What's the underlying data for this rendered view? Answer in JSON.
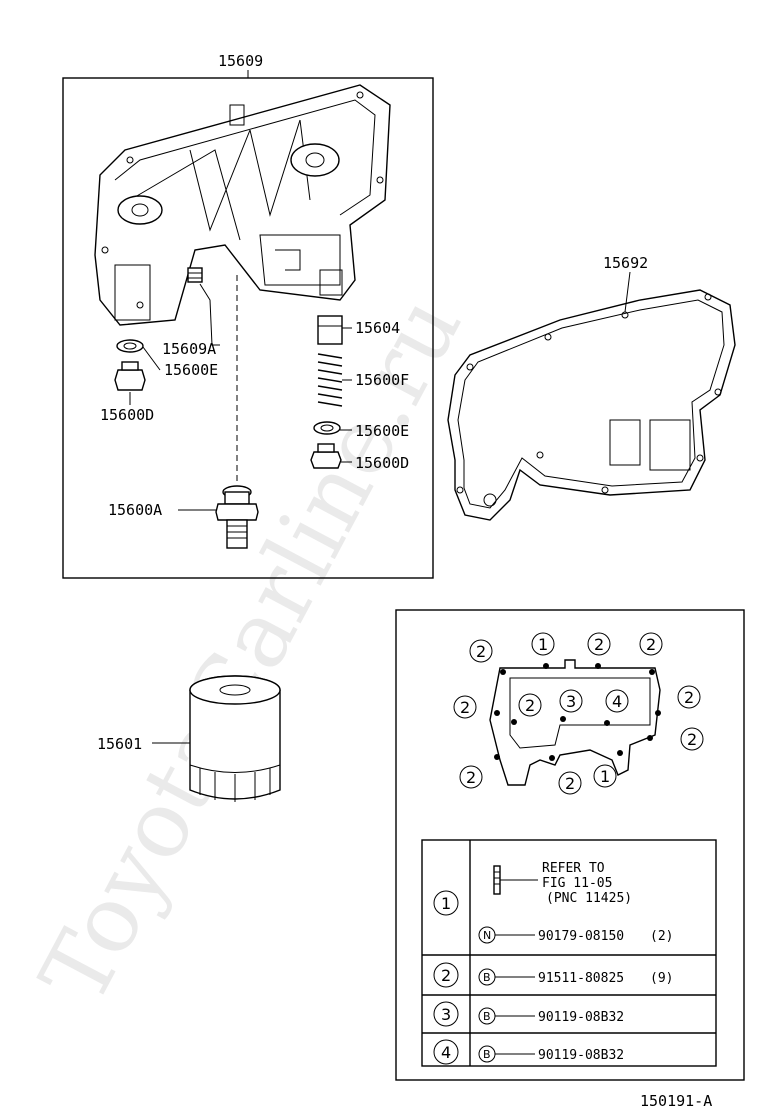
{
  "watermark": "ToyotaCarline.ru",
  "figure_id": "150191-A",
  "main_box": {
    "top_label": "15609",
    "parts": {
      "p15609A": "15609A",
      "p15600E_left": "15600E",
      "p15600D_left": "15600D",
      "p15604": "15604",
      "p15600F": "15600F",
      "p15600E_right": "15600E",
      "p15600D_right": "15600D",
      "p15600A": "15600A"
    }
  },
  "gasket_label": "15692",
  "filter_label": "15601",
  "bolt_diagram": {
    "markers": {
      "m1": "1",
      "m2": "2",
      "m3": "3",
      "m4": "4"
    }
  },
  "legend_table": {
    "rows": [
      {
        "index": "1",
        "items": [
          {
            "text_line1": "REFER TO",
            "text_line2": "FIG 11-05",
            "text_line3": "(PNC 11425)"
          },
          {
            "symbol": "N",
            "part": "90179-08150",
            "qty": "(2)"
          }
        ]
      },
      {
        "index": "2",
        "symbol": "B",
        "part": "91511-80825",
        "qty": "(9)"
      },
      {
        "index": "3",
        "symbol": "B",
        "part": "90119-08B32",
        "qty": ""
      },
      {
        "index": "4",
        "symbol": "B",
        "part": "90119-08B32",
        "qty": ""
      }
    ]
  }
}
